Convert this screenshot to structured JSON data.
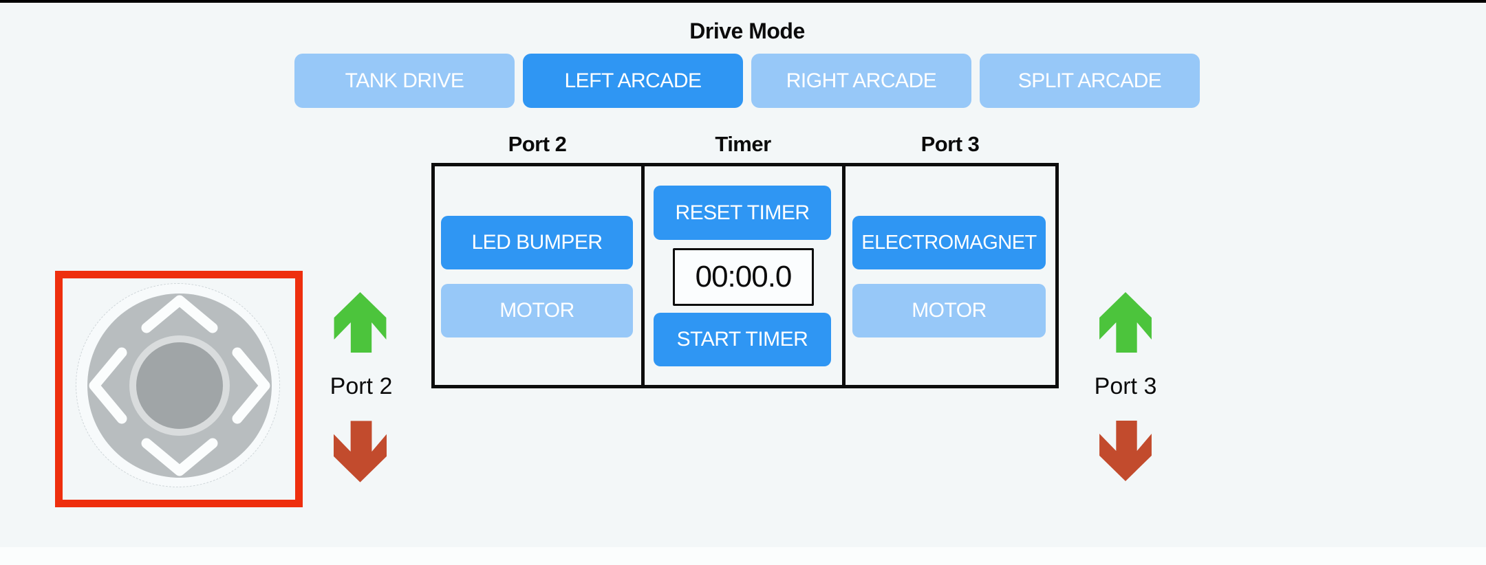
{
  "colors": {
    "background": "#f3f7f8",
    "top_bar": "#000000",
    "bottom_strip": "#fbfdfd",
    "active_blue": "#2f96f3",
    "inactive_blue": "#97c8f8",
    "button_text": "#ffffff",
    "table_border": "#0d0d0d",
    "timer_bg": "#fbfdfe",
    "text_black": "#0b0b0b",
    "green_arrow": "#4cc43c",
    "red_arrow": "#c24b2d",
    "joystick_frame_red": "#ee2f0e",
    "joystick_outer": "#f7fafb",
    "joystick_pad": "#b8bdbf",
    "joystick_ring": "#d9dcdd",
    "joystick_knob": "#a0a5a7",
    "chevron_white": "#fbfdfd"
  },
  "drive_mode": {
    "title": "Drive Mode",
    "buttons": [
      {
        "label": "TANK DRIVE",
        "active": false
      },
      {
        "label": "LEFT ARCADE",
        "active": true
      },
      {
        "label": "RIGHT ARCADE",
        "active": false
      },
      {
        "label": "SPLIT ARCADE",
        "active": false
      }
    ]
  },
  "panel": {
    "headers": [
      "Port 2",
      "Timer",
      "Port 3"
    ],
    "port2": {
      "buttons": [
        {
          "label": "LED BUMPER",
          "active": true
        },
        {
          "label": "MOTOR",
          "active": false
        }
      ]
    },
    "timer": {
      "reset_label": "RESET TIMER",
      "display_value": "00:00.0",
      "start_label": "START TIMER"
    },
    "port3": {
      "buttons": [
        {
          "label": "ELECTROMAGNET",
          "active": true
        },
        {
          "label": "MOTOR",
          "active": false
        }
      ]
    }
  },
  "joystick": {
    "icons": [
      "chevron-up-icon",
      "chevron-left-icon",
      "chevron-right-icon",
      "chevron-down-icon"
    ]
  },
  "drive_indicators": {
    "left": {
      "up_icon": "up-arrow-icon",
      "label": "Port 2",
      "down_icon": "down-arrow-icon"
    },
    "right": {
      "up_icon": "up-arrow-icon",
      "label": "Port 3",
      "down_icon": "down-arrow-icon"
    }
  }
}
